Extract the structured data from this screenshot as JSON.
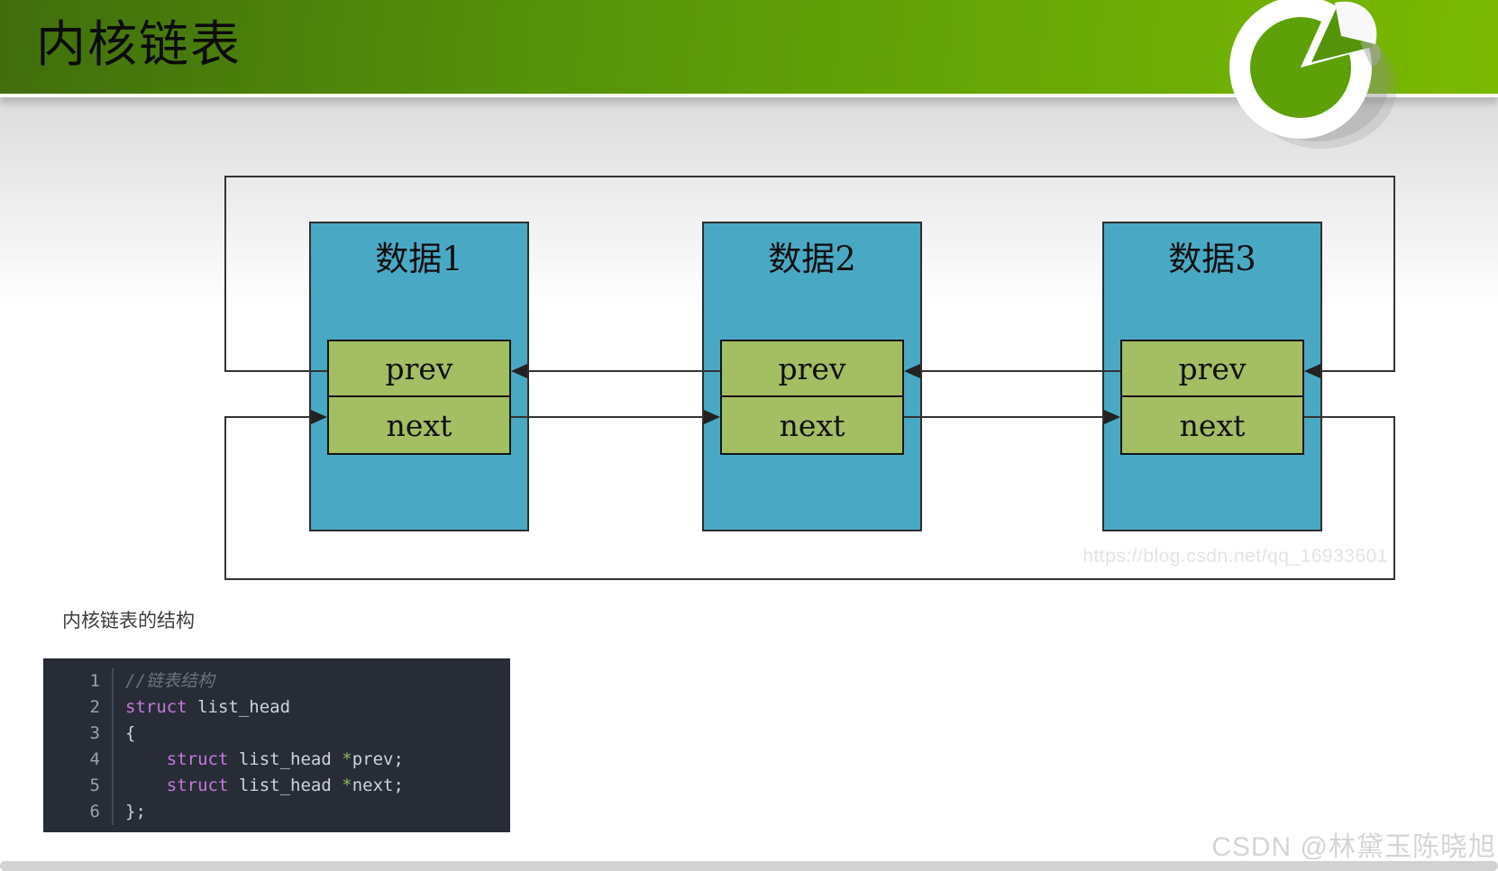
{
  "header": {
    "title": "内核链表"
  },
  "logo": {
    "icon": "pie-chart-logo"
  },
  "diagram": {
    "nodes": [
      {
        "label": "数据1",
        "prev": "prev",
        "next": "next"
      },
      {
        "label": "数据2",
        "prev": "prev",
        "next": "next"
      },
      {
        "label": "数据3",
        "prev": "prev",
        "next": "next"
      }
    ],
    "watermark": "https://blog.csdn.net/qq_16933601",
    "colors": {
      "node_fill": "#49a9c5",
      "field_fill": "#a3be63",
      "line": "#333333"
    }
  },
  "section": {
    "caption": "内核链表的结构"
  },
  "code": {
    "colors": {
      "background": "#272c37",
      "keyword": "#c678dd",
      "comment": "#6a7380",
      "operator": "#8cb65e",
      "plain": "#ccd3e0"
    },
    "lines": [
      {
        "num": "1",
        "segments": [
          {
            "text": "//链表结构",
            "type": "comment"
          }
        ]
      },
      {
        "num": "2",
        "segments": [
          {
            "text": "struct",
            "type": "keyword"
          },
          {
            "text": " list_head",
            "type": "plain"
          }
        ]
      },
      {
        "num": "3",
        "segments": [
          {
            "text": "{",
            "type": "plain"
          }
        ]
      },
      {
        "num": "4",
        "segments": [
          {
            "text": "    ",
            "type": "plain"
          },
          {
            "text": "struct",
            "type": "keyword"
          },
          {
            "text": " list_head ",
            "type": "plain"
          },
          {
            "text": "*",
            "type": "operator"
          },
          {
            "text": "prev;",
            "type": "plain"
          }
        ]
      },
      {
        "num": "5",
        "segments": [
          {
            "text": "    ",
            "type": "plain"
          },
          {
            "text": "struct",
            "type": "keyword"
          },
          {
            "text": " list_head ",
            "type": "plain"
          },
          {
            "text": "*",
            "type": "operator"
          },
          {
            "text": "next;",
            "type": "plain"
          }
        ]
      },
      {
        "num": "6",
        "segments": [
          {
            "text": "};",
            "type": "plain"
          }
        ]
      }
    ]
  },
  "footer": {
    "watermark": "CSDN @林黛玉陈晓旭"
  }
}
